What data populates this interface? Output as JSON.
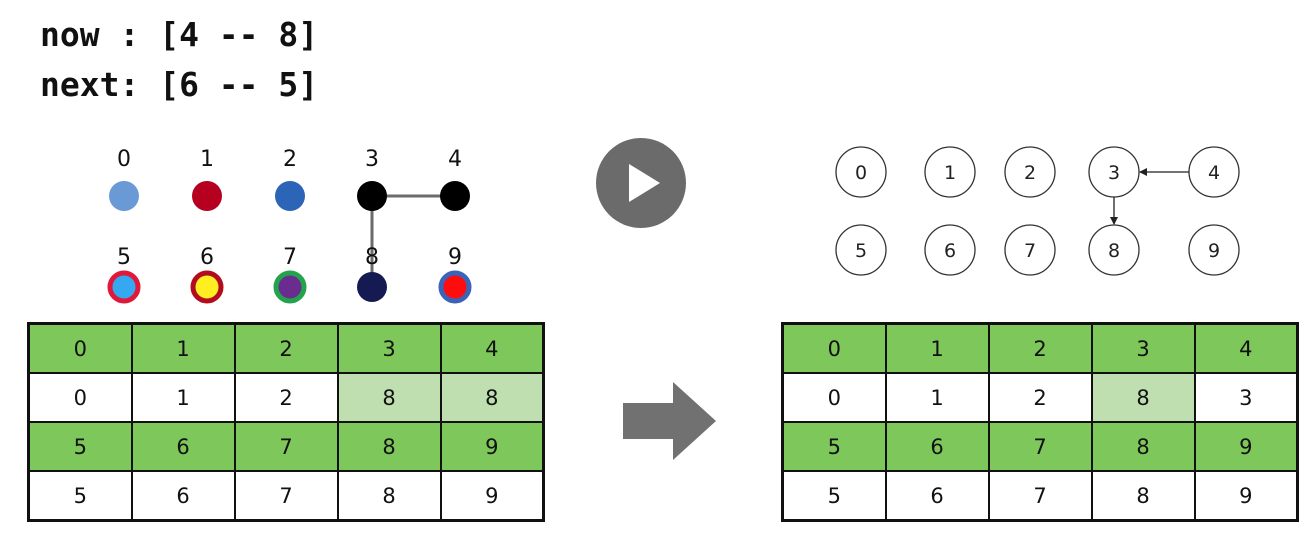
{
  "code": {
    "now_line": "now : [4 -- 8]",
    "next_line": "next: [6 -- 5]"
  },
  "left_graph": {
    "nodes": [
      {
        "label": "0",
        "fill": "#6a9ad6",
        "ring": null
      },
      {
        "label": "1",
        "fill": "#b5001f",
        "ring": null
      },
      {
        "label": "2",
        "fill": "#2c65b8",
        "ring": null
      },
      {
        "label": "3",
        "fill": "#000000",
        "ring": null
      },
      {
        "label": "4",
        "fill": "#000000",
        "ring": null
      },
      {
        "label": "5",
        "fill": "#34a8f0",
        "ring": "#e0193a"
      },
      {
        "label": "6",
        "fill": "#ffee22",
        "ring": "#b30d1d"
      },
      {
        "label": "7",
        "fill": "#6a2c8f",
        "ring": "#22a34c"
      },
      {
        "label": "8",
        "fill": "#151b52",
        "ring": null
      },
      {
        "label": "9",
        "fill": "#ff0d0d",
        "ring": "#3b63b8"
      }
    ],
    "edges": [
      [
        "3",
        "4"
      ],
      [
        "3",
        "8"
      ]
    ],
    "edge_color": "#6b6b6b"
  },
  "right_graph": {
    "nodes": [
      "0",
      "1",
      "2",
      "3",
      "4",
      "5",
      "6",
      "7",
      "8",
      "9"
    ],
    "arrows": [
      [
        "4",
        "3"
      ],
      [
        "3",
        "8"
      ]
    ]
  },
  "controls": {
    "play_icon": "play-icon",
    "arrow_icon": "right-arrow-icon",
    "play_bg": "#6b6b6b",
    "arrow_color": "#717171"
  },
  "left_table": {
    "rows": [
      {
        "kind": "header",
        "cells": [
          "0",
          "1",
          "2",
          "3",
          "4"
        ]
      },
      {
        "kind": "value",
        "cells": [
          "0",
          "1",
          "2",
          "8",
          "8"
        ],
        "highlight": [
          3,
          4
        ]
      },
      {
        "kind": "header",
        "cells": [
          "5",
          "6",
          "7",
          "8",
          "9"
        ]
      },
      {
        "kind": "value",
        "cells": [
          "5",
          "6",
          "7",
          "8",
          "9"
        ],
        "highlight": []
      }
    ]
  },
  "right_table": {
    "rows": [
      {
        "kind": "header",
        "cells": [
          "0",
          "1",
          "2",
          "3",
          "4"
        ]
      },
      {
        "kind": "value",
        "cells": [
          "0",
          "1",
          "2",
          "8",
          "3"
        ],
        "highlight": [
          3
        ]
      },
      {
        "kind": "header",
        "cells": [
          "5",
          "6",
          "7",
          "8",
          "9"
        ]
      },
      {
        "kind": "value",
        "cells": [
          "5",
          "6",
          "7",
          "8",
          "9"
        ],
        "highlight": []
      }
    ]
  },
  "colors": {
    "header_green": "#7ec75a",
    "highlight_green": "#c0dfb1"
  }
}
